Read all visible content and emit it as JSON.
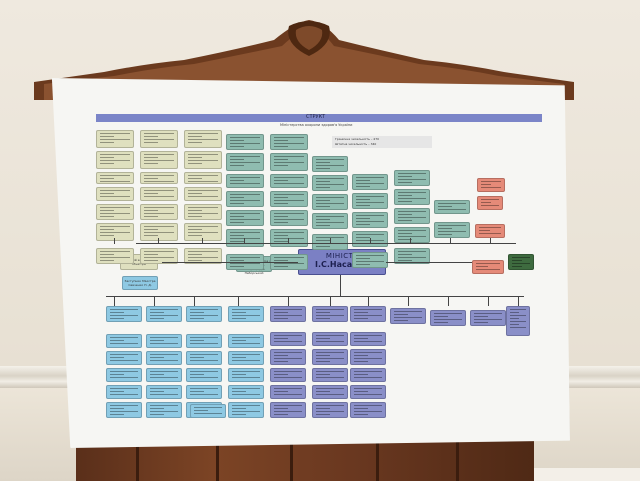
{
  "scene": {
    "description_free": true
  },
  "poster": {
    "title": "СТРУКТ",
    "subtitle": "Міністерства охорони здоров'я України",
    "stats_line1": "Гранична чисельність – 470",
    "stats_line2": "Штатна чисельність – 340",
    "minister_title": "МІНІСТР",
    "minister_name": "І.С.Насалик",
    "first_deputy": "Перший заступник Міністра",
    "deputy_1": "Заступник Міністра Савченко Н. Д.",
    "deputy_2": "Заступник Міністра з питань європ. інтеграції Д.В. Неборський"
  },
  "colors": {
    "beige": "#dfe0bf",
    "teal": "#8fbcb0",
    "lightblue": "#8ec9e3",
    "purple": "#8a8fc8",
    "salmon": "#e58a78",
    "darkgreen": "#3e6b3f",
    "wood": "#6e3a1f"
  }
}
